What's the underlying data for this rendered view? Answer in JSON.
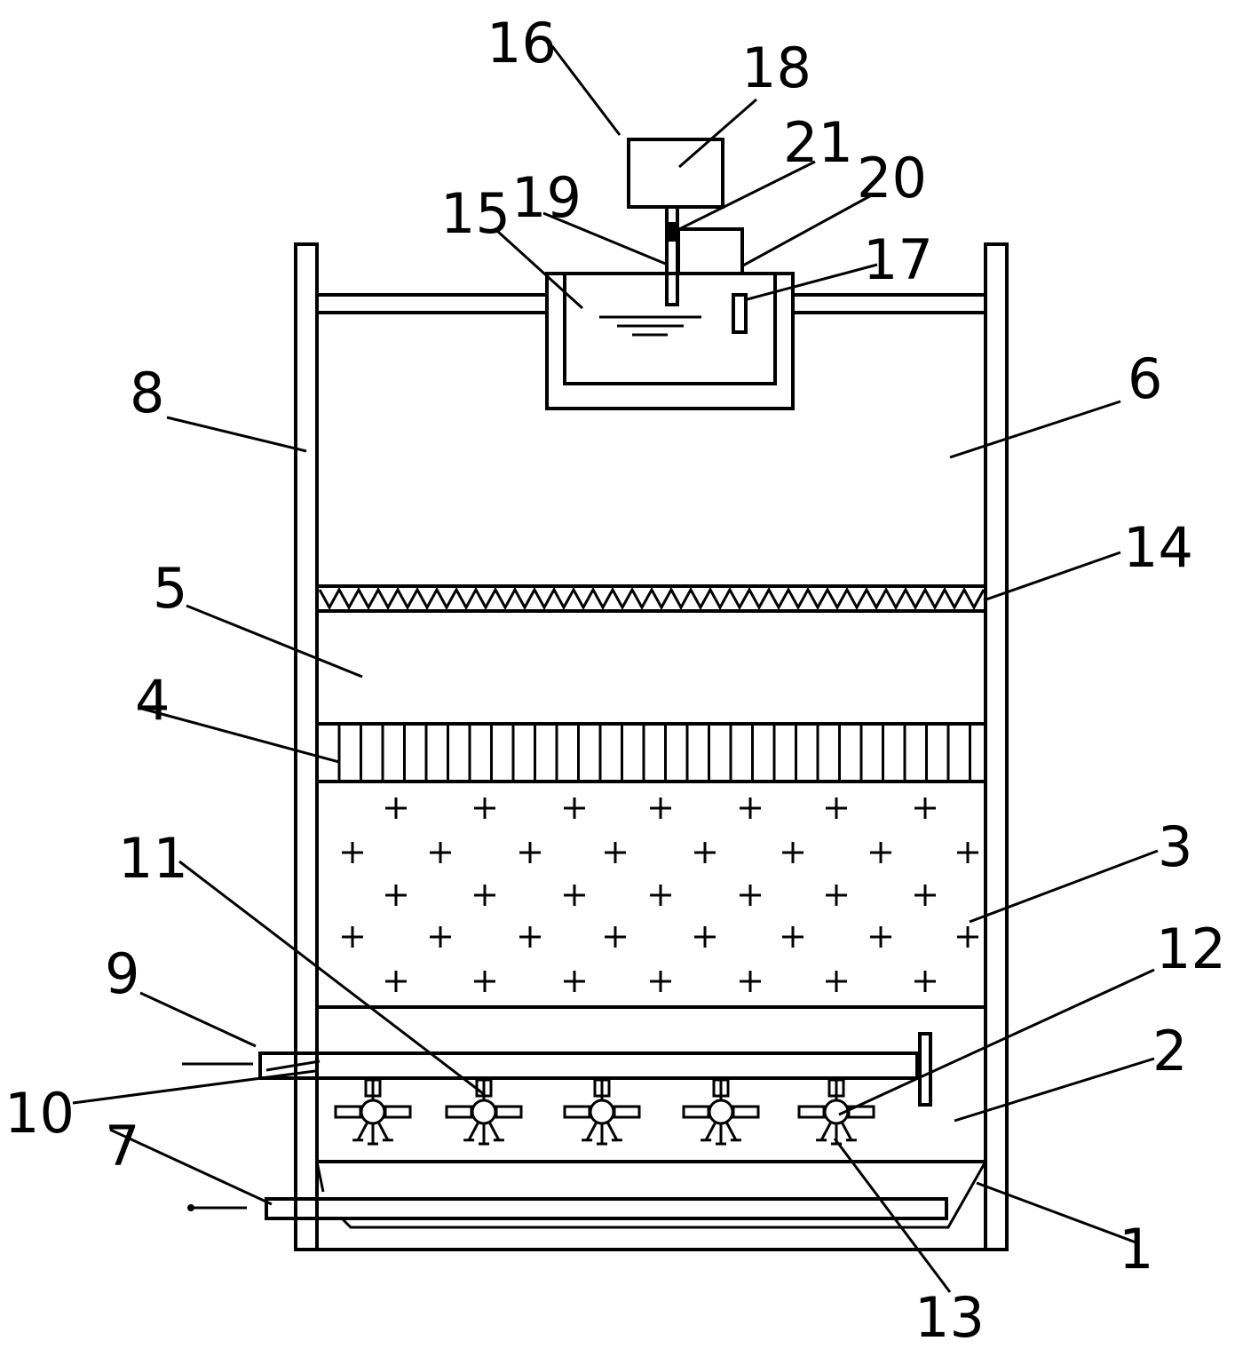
{
  "diagram": {
    "labels": [
      {
        "id": "1",
        "text": "1"
      },
      {
        "id": "2",
        "text": "2"
      },
      {
        "id": "3",
        "text": "3"
      },
      {
        "id": "4",
        "text": "4"
      },
      {
        "id": "5",
        "text": "5"
      },
      {
        "id": "6",
        "text": "6"
      },
      {
        "id": "7",
        "text": "7"
      },
      {
        "id": "8",
        "text": "8"
      },
      {
        "id": "9",
        "text": "9"
      },
      {
        "id": "10",
        "text": "10"
      },
      {
        "id": "11",
        "text": "11"
      },
      {
        "id": "12",
        "text": "12"
      },
      {
        "id": "13",
        "text": "13"
      },
      {
        "id": "14",
        "text": "14"
      },
      {
        "id": "15",
        "text": "15"
      },
      {
        "id": "16",
        "text": "16"
      },
      {
        "id": "17",
        "text": "17"
      },
      {
        "id": "18",
        "text": "18"
      },
      {
        "id": "19",
        "text": "19"
      },
      {
        "id": "20",
        "text": "20"
      },
      {
        "id": "21",
        "text": "21"
      }
    ]
  }
}
